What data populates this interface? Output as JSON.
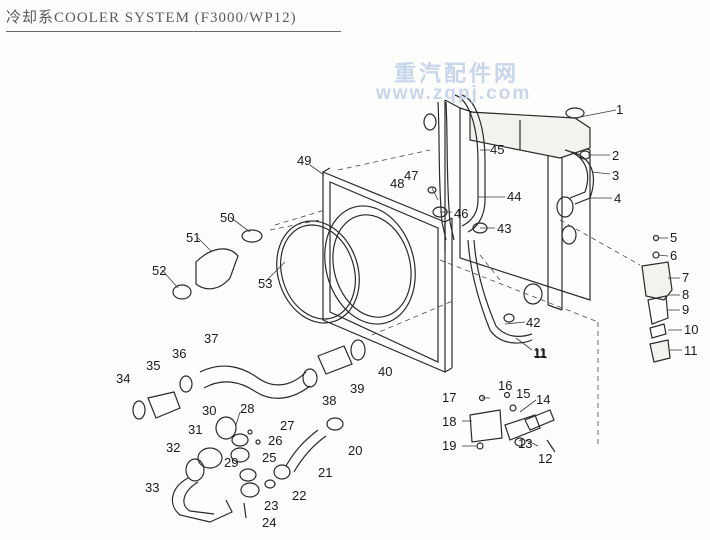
{
  "header": {
    "title": "冷却系COOLER SYSTEM (F3000/WP12)"
  },
  "watermark": {
    "line1": "重汽配件网",
    "line2": "www.zqpj.com"
  },
  "callouts": [
    "1",
    "2",
    "3",
    "4",
    "5",
    "6",
    "7",
    "8",
    "9",
    "10",
    "11",
    "11",
    "12",
    "13",
    "14",
    "15",
    "16",
    "17",
    "18",
    "19",
    "20",
    "21",
    "22",
    "23",
    "24",
    "25",
    "26",
    "27",
    "28",
    "29",
    "30",
    "31",
    "32",
    "33",
    "34",
    "35",
    "36",
    "37",
    "38",
    "39",
    "40",
    "11",
    "42",
    "43",
    "44",
    "45",
    "46",
    "47",
    "48",
    "49",
    "50",
    "51",
    "52",
    "53"
  ]
}
